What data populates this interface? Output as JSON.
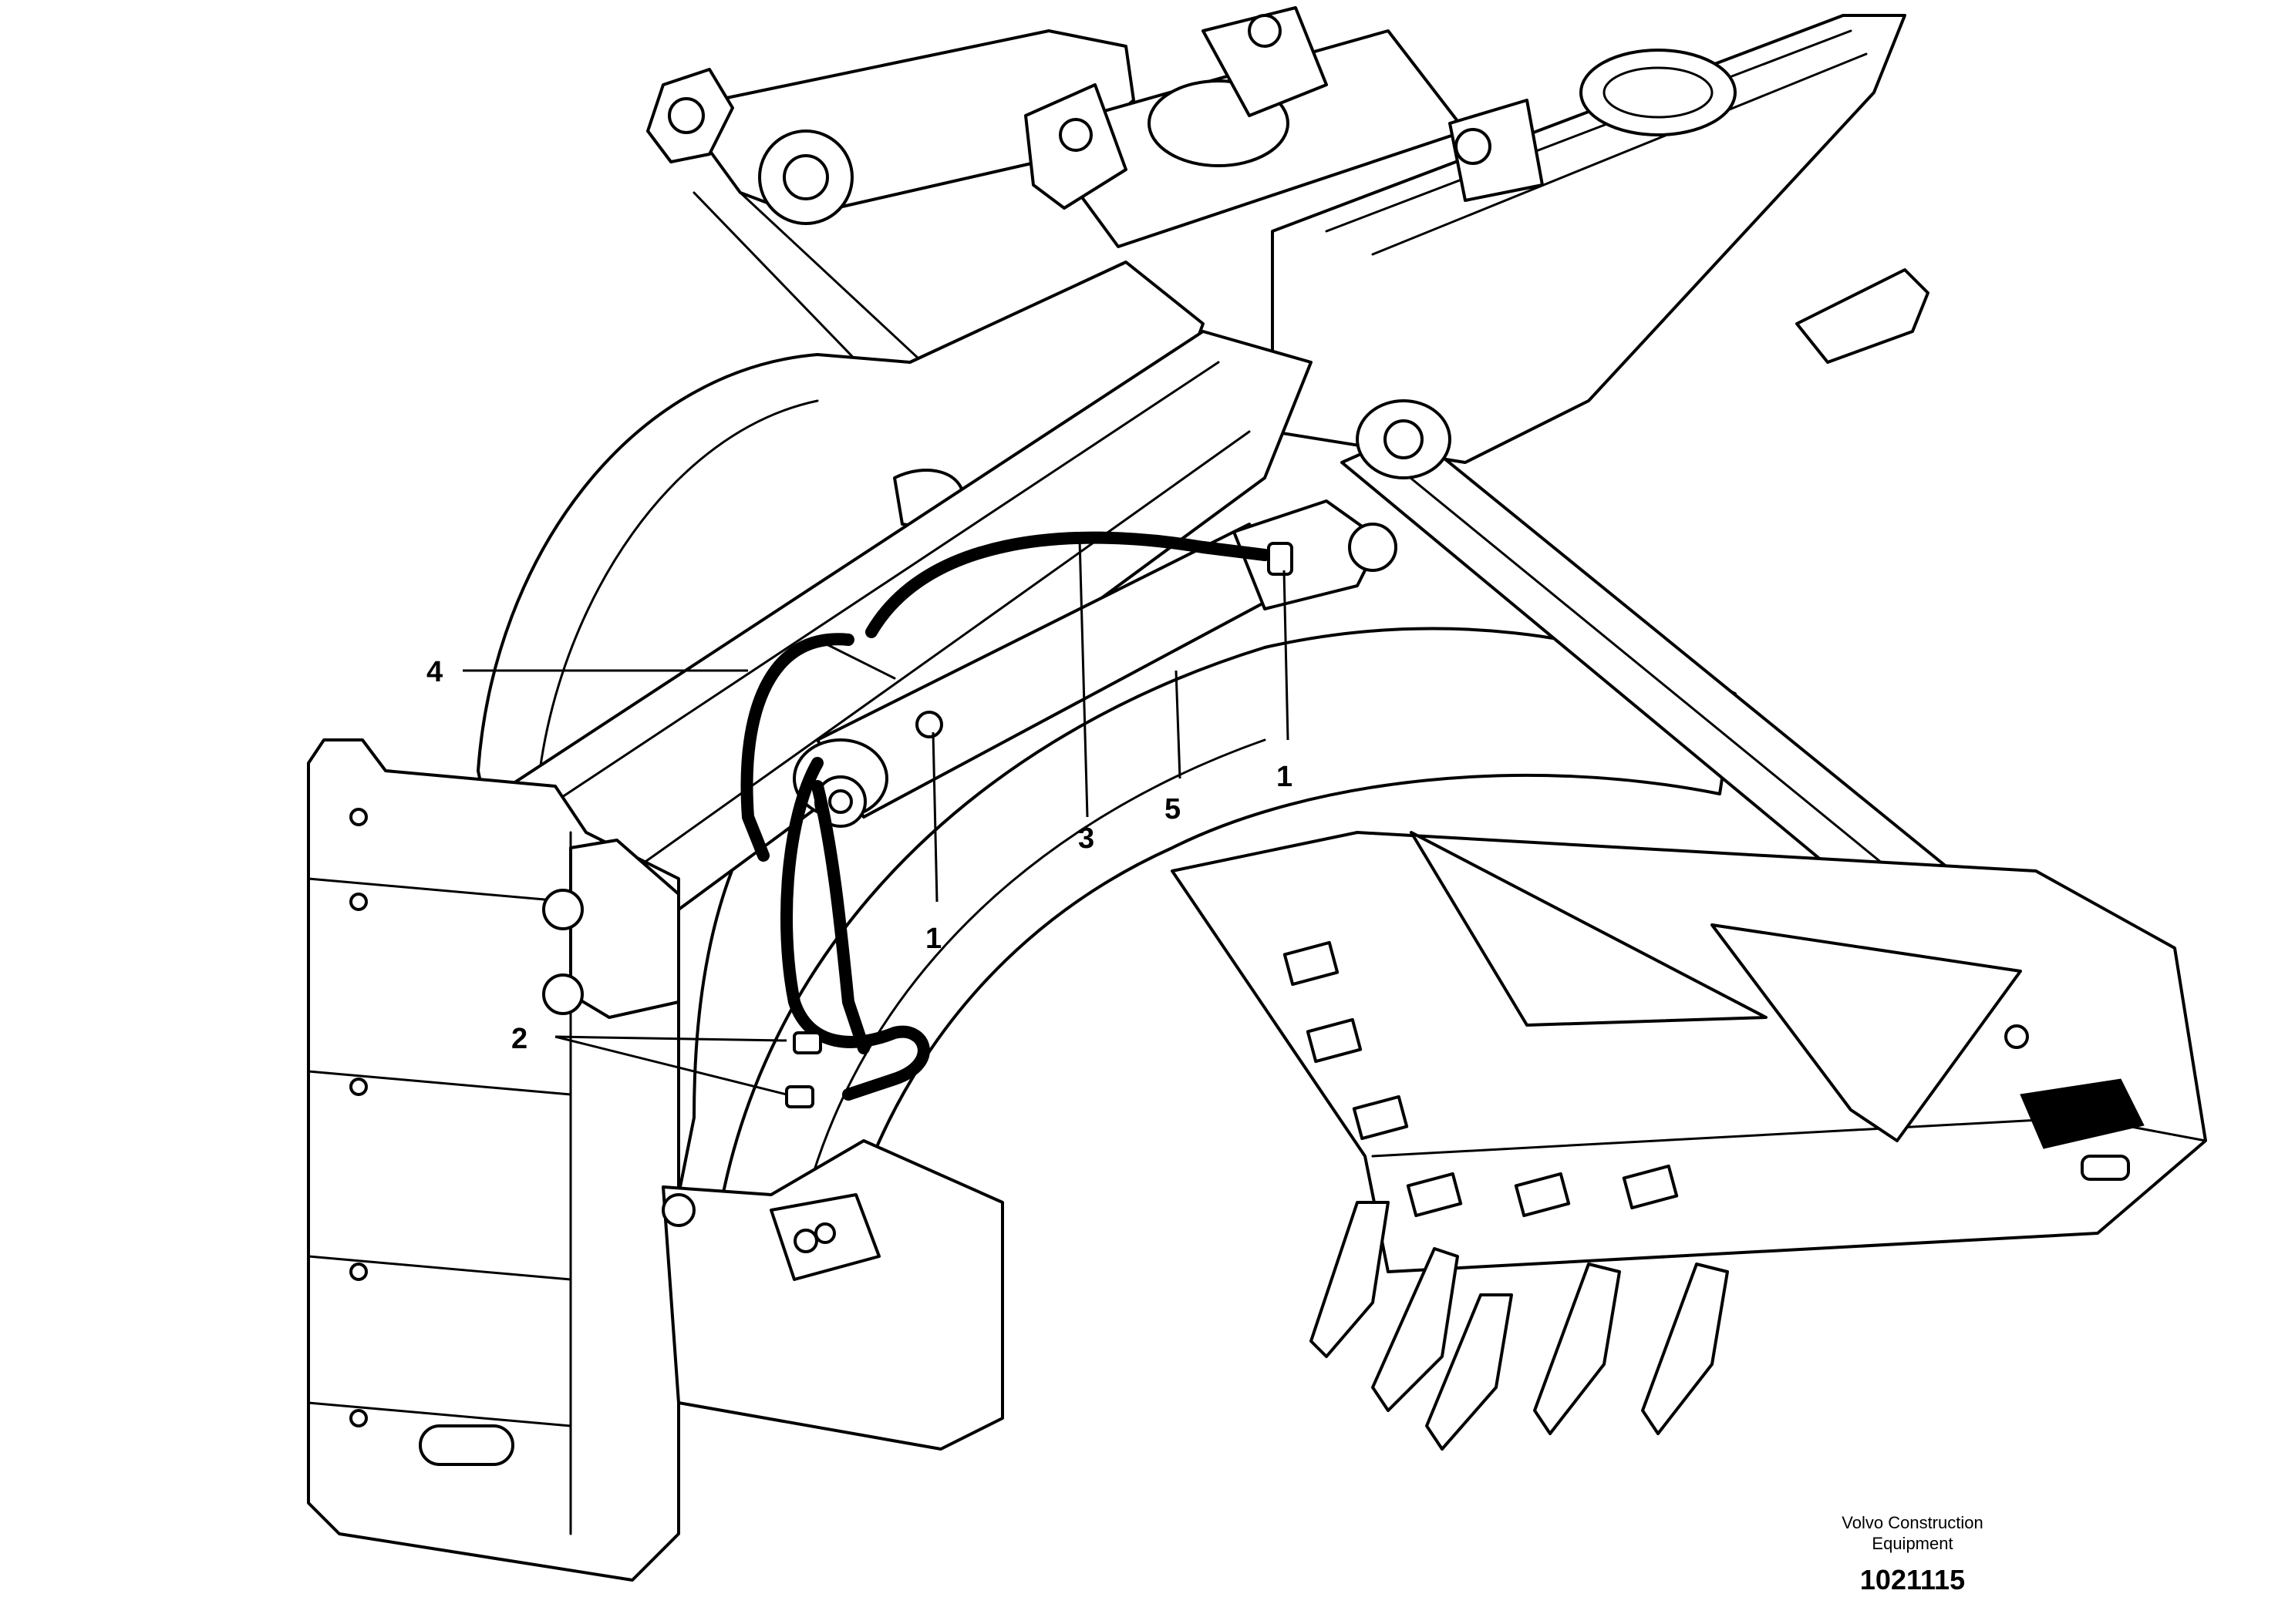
{
  "figure": {
    "description_labels": {
      "callout_1a": "1",
      "callout_1b": "1",
      "callout_2": "2",
      "callout_3": "3",
      "callout_4": "4",
      "callout_5": "5"
    },
    "credit_line1": "Volvo Construction",
    "credit_line2": "Equipment",
    "document_number": "1021115"
  }
}
